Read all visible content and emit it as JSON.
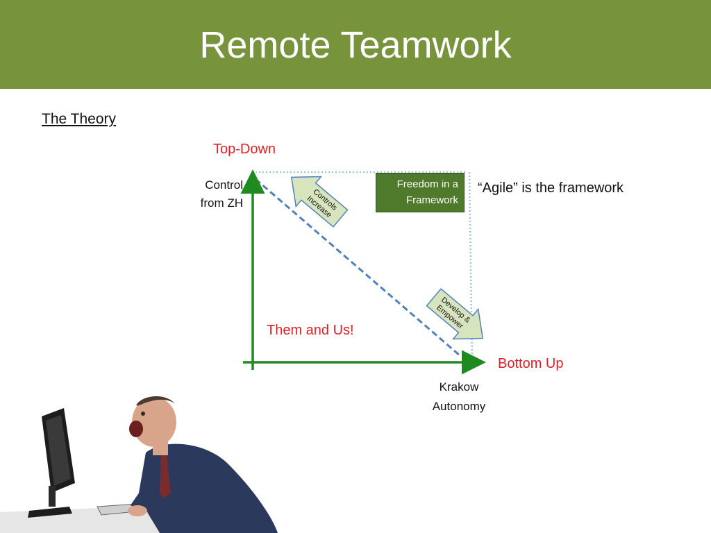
{
  "header": {
    "title": "Remote Teamwork"
  },
  "subheading": "The Theory",
  "diagram": {
    "top_label": "Top-Down",
    "bottom_label": "Bottom Up",
    "y_axis_label_line1": "Control",
    "y_axis_label_line2": "from ZH",
    "x_axis_label_line1": "Krakow",
    "x_axis_label_line2": "Autonomy",
    "freedom_box_line1": "Freedom in a",
    "freedom_box_line2": "Framework",
    "controls_arrow_line1": "Controls",
    "controls_arrow_line2": "Increase",
    "develop_arrow_line1": "Develop &",
    "develop_arrow_line2": "Empower",
    "them_and_us": "Them and Us!",
    "agile_note": "“Agile” is the framework"
  },
  "colors": {
    "title_bar": "#77933c",
    "emphasis_red": "#e31e24",
    "axis_green": "#1f8a1f",
    "dashed_blue": "#4f81bd",
    "dotted_light_blue": "#9dc3e6",
    "arrow_fill": "#d7e4bd",
    "box_fill": "#4f7a2b"
  },
  "illustration": {
    "subject": "frustrated man shouting at computer monitor"
  }
}
